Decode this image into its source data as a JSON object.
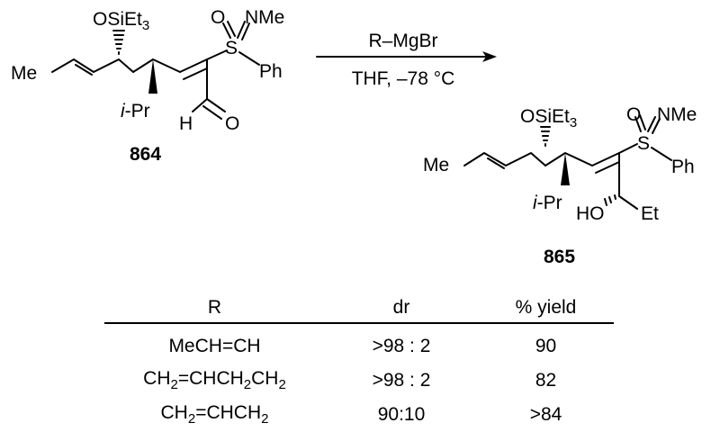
{
  "starting_material": {
    "id": "864",
    "labels": {
      "silyl_ether": "OSiEt3",
      "methyl": "Me",
      "isopropyl": "i-Pr",
      "sulfonimidoyl_n": "NMe",
      "sulfonimidoyl_o": "O",
      "sulfur": "S",
      "phenyl": "Ph",
      "aldehyde_h": "H",
      "aldehyde_o": "O"
    }
  },
  "reaction": {
    "reagent": "R–MgBr",
    "conditions": "THF, –78 °C"
  },
  "product": {
    "id": "865",
    "labels": {
      "silyl_ether": "OSiEt3",
      "methyl": "Me",
      "isopropyl": "i-Pr",
      "sulfonimidoyl_n": "NMe",
      "sulfonimidoyl_o": "O",
      "sulfur": "S",
      "phenyl": "Ph",
      "hydroxyl": "HO",
      "ethyl": "Et"
    }
  },
  "table": {
    "headers": [
      "R",
      "dr",
      "% yield"
    ],
    "rows": [
      [
        "MeCH=CH",
        ">98 : 2",
        "90"
      ],
      [
        "CH2=CHCH2CH2",
        ">98 : 2",
        "82"
      ],
      [
        "CH2=CHCH2",
        "90:10",
        ">84"
      ]
    ]
  }
}
